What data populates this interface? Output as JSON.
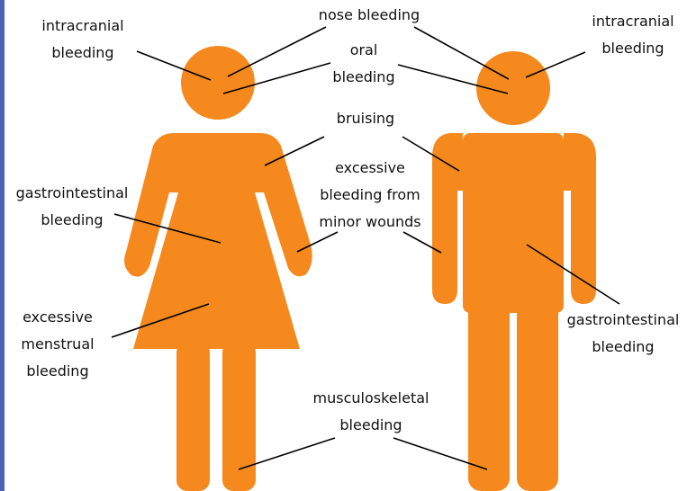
{
  "colors": {
    "figure": "#f5891e",
    "line": "#000000",
    "accent_rule": "#4a5fb5"
  },
  "labels": {
    "female_intracranial": "intracranial\nbleeding",
    "nose": "nose bleeding",
    "male_intracranial": "intracranial\nbleeding",
    "oral": "oral\nbleeding",
    "bruising": "bruising",
    "female_gastro": "gastrointestinal\nbleeding",
    "wounds": "excessive\nbleeding from\nminor wounds",
    "menstrual": "excessive\nmenstrual\nbleeding",
    "male_gastro": "gastrointestinal\nbleeding",
    "musculoskeletal": "musculoskeletal\nbleeding"
  }
}
